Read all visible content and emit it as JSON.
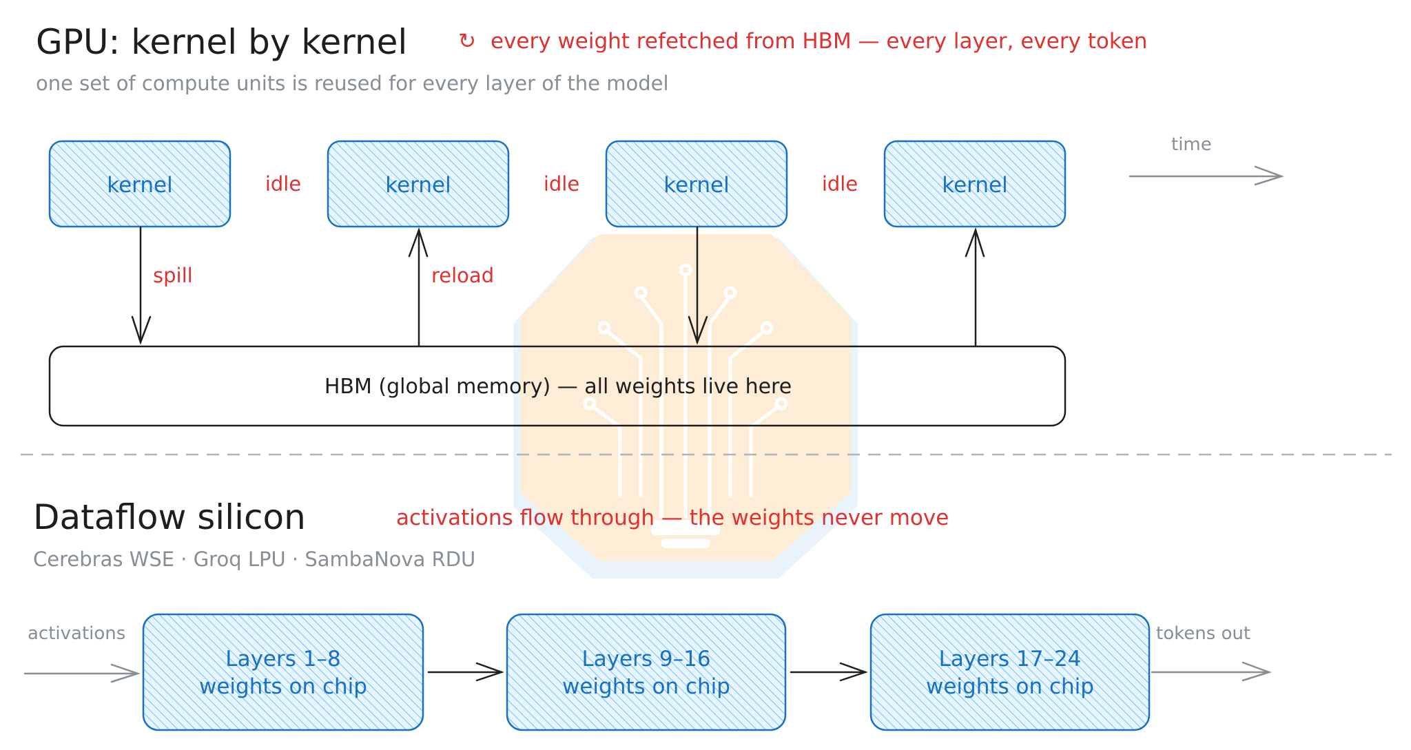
{
  "gpu": {
    "title": "GPU: kernel by kernel",
    "note_icon": "↻",
    "note": "every weight refetched from HBM — every layer, every token",
    "subtitle": "one set of compute units is reused for every layer of the model",
    "kernels": [
      "kernel",
      "kernel",
      "kernel",
      "kernel"
    ],
    "idle": [
      "idle",
      "idle",
      "idle"
    ],
    "time_label": "time",
    "spill_label": "spill",
    "reload_label": "reload",
    "hbm_label": "HBM  (global memory)  —  all weights live here"
  },
  "dataflow": {
    "title": "Dataflow silicon",
    "note": "activations flow through — the weights never move",
    "subtitle": "Cerebras WSE  ·  Groq LPU  ·  SambaNova RDU",
    "input_label": "activations",
    "output_label": "tokens out",
    "stages": [
      {
        "line1": "Layers 1–8",
        "line2": "weights on chip"
      },
      {
        "line1": "Layers 9–16",
        "line2": "weights on chip"
      },
      {
        "line1": "Layers 17–24",
        "line2": "weights on chip"
      }
    ]
  },
  "colors": {
    "blue": "#1971c2",
    "blue_fill": "#d0ebff",
    "red": "#e03131",
    "gray": "#868e96",
    "ink": "#1e1e1e"
  }
}
